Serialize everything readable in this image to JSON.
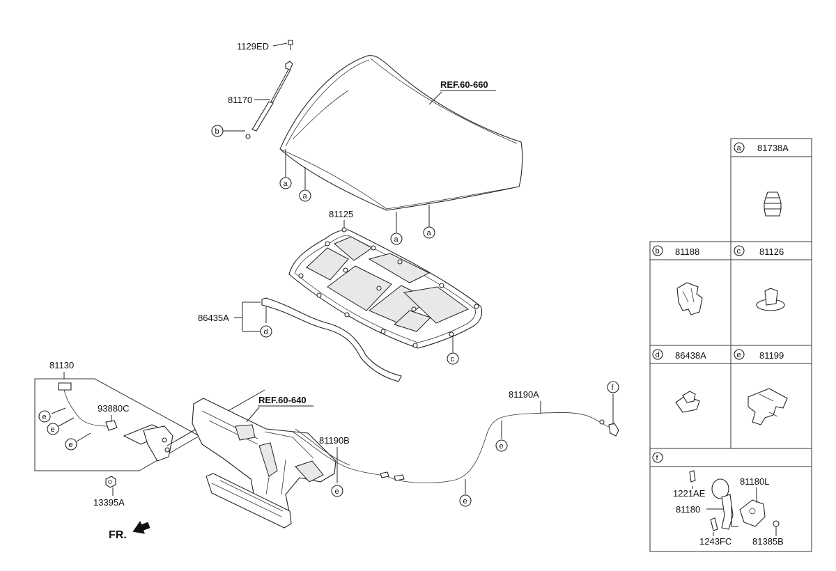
{
  "labels": {
    "bolt_1129ED": "1129ED",
    "stay_81170": "81170",
    "hood_ref": "REF.60-660",
    "insulator_81125": "81125",
    "seal_86435A": "86435A",
    "latch_81130": "81130",
    "switch_93880C": "93880C",
    "nut_13395A": "13395A",
    "panel_ref": "REF.60-640",
    "cable_81190A": "81190A",
    "cable_81190B": "81190B",
    "front": "FR."
  },
  "callouts": {
    "a": "a",
    "b": "b",
    "c": "c",
    "d": "d",
    "e": "e",
    "f": "f"
  },
  "legend": {
    "a": {
      "letter": "a",
      "part": "81738A"
    },
    "b": {
      "letter": "b",
      "part": "81188"
    },
    "c": {
      "letter": "c",
      "part": "81126"
    },
    "d": {
      "letter": "d",
      "part": "86438A"
    },
    "e": {
      "letter": "e",
      "part": "81199"
    },
    "f": {
      "letter": "f",
      "parts": {
        "p1221AE": "1221AE",
        "p81180L": "81180L",
        "p81180": "81180",
        "p1243FC": "1243FC",
        "p81385B": "81385B"
      }
    }
  }
}
